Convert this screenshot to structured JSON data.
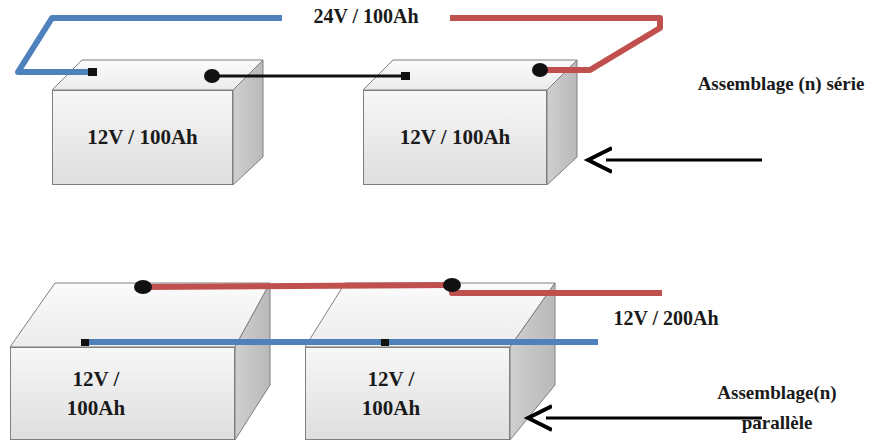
{
  "diagram": {
    "nodes": [
      {
        "text": [
          "12V / 100Ah"
        ]
      },
      {
        "text": [
          "12V / 100Ah"
        ]
      },
      {
        "text": [
          "12V / 100Ah"
        ]
      },
      {
        "text": [
          "12V / 100Ah"
        ]
      }
    ],
    "edges": [
      {
        "from": 0,
        "to": 1,
        "arrow": "none"
      },
      {
        "from": 2,
        "to": 3,
        "arrow": "none"
      },
      {
        "from": 2,
        "to": 3,
        "arrow": "none"
      }
    ],
    "labels": [
      "24V / 100Ah",
      "Assemblage (n) série",
      "12V / 200Ah",
      "Assemblage(n) parallèle"
    ]
  }
}
